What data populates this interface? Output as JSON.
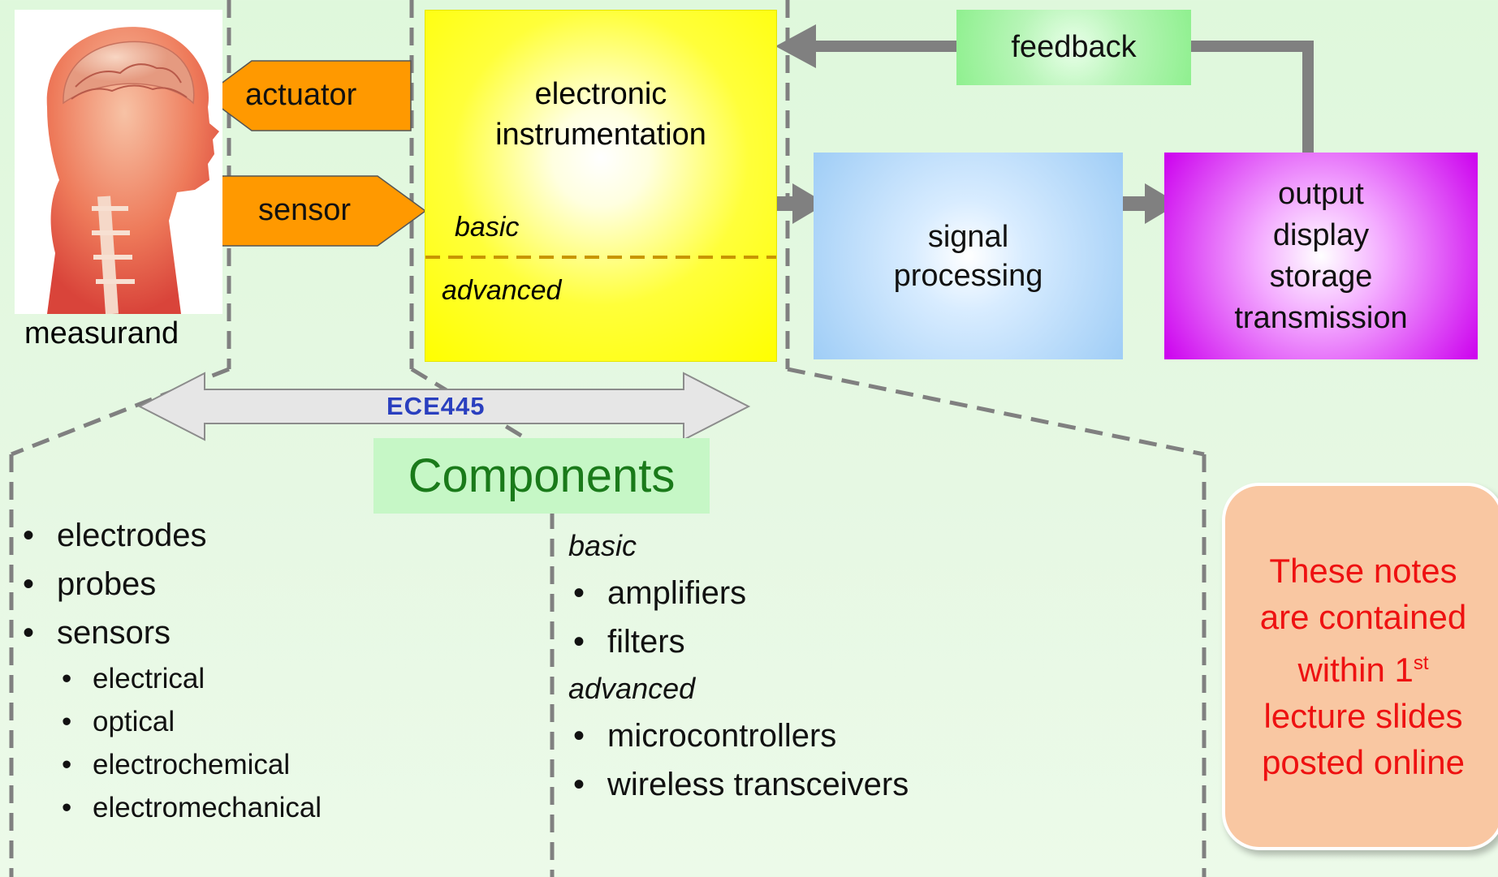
{
  "measurand_label": "measurand",
  "actuator_label": "actuator",
  "sensor_label": "sensor",
  "instrumentation": {
    "title_line1": "electronic",
    "title_line2": "instrumentation",
    "basic": "basic",
    "advanced": "advanced"
  },
  "signal_processing": {
    "line1": "signal",
    "line2": "processing"
  },
  "output": {
    "line1": "output",
    "line2": "display",
    "line3": "storage",
    "line4": "transmission"
  },
  "feedback_label": "feedback",
  "course_label": "ECE445",
  "components_title": "Components",
  "left_list": {
    "items": [
      "electrodes",
      "probes",
      "sensors"
    ],
    "sensor_types": [
      "electrical",
      "optical",
      "electrochemical",
      "electromechanical"
    ]
  },
  "right_list": {
    "basic_heading": "basic",
    "basic_items": [
      "amplifiers",
      "filters"
    ],
    "advanced_heading": "advanced",
    "advanced_items": [
      "microcontrollers",
      "wireless transceivers"
    ]
  },
  "note": {
    "line1": "These notes",
    "line2": "are contained",
    "line3_prefix": "within 1",
    "line3_sup": "st",
    "line4": "lecture slides",
    "line5": "posted online"
  },
  "colors": {
    "instrumentation": "#ffff00",
    "signal_processing": "#9fcdf6",
    "output": "#cc00ee",
    "feedback": "#8ff08f",
    "arrows": "#ff9900",
    "note_bg": "#f9c7a2",
    "note_text": "#ee1111",
    "components_text": "#1a7a1a"
  }
}
